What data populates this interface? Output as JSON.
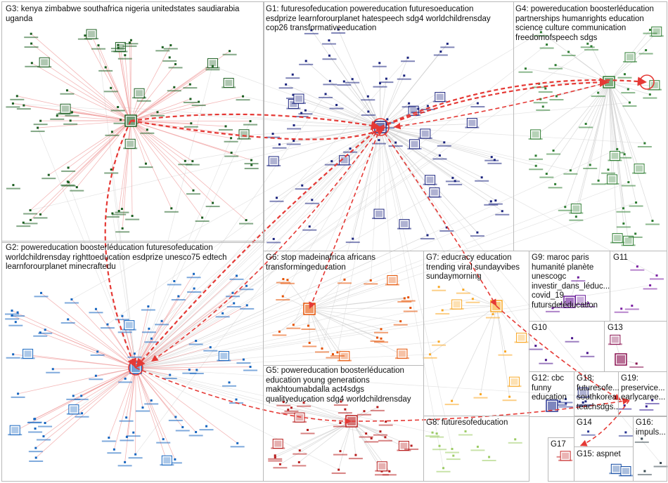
{
  "title": "",
  "groups": [
    {
      "id": "G1",
      "label": "G1: futuresofeducation powereducation futuresoeducation\nesdprize learnforourplanet hatespeech sdg4 worldchildrensday\ncop26 transformativeeducation",
      "color": "#1a237e"
    },
    {
      "id": "G2",
      "label": "G2: powereducation boosterléducation futuresofeducation\nworldchildrensday righttoeducation esdprize unesco75 edtech\nlearnforourplanet minecraftedu",
      "color": "#1565c0"
    },
    {
      "id": "G3",
      "label": "G3: kenya zimbabwe southafrica nigeria unitedstates saudiarabia\nuganda",
      "color": "#1b5e20"
    },
    {
      "id": "G4",
      "label": "G4: powereducation boosterléducation\npartnerships humanrights education\nscience culture communication\nfreedomofspeech sdgs",
      "color": "#2e7d32"
    },
    {
      "id": "G5",
      "label": "G5: powereducation boosterléducation\neducation young generations\nmakhtoumabdalla act4sdgs\nqualityeducation sdg4 worldchildrensday",
      "color": "#b71c1c"
    },
    {
      "id": "G6",
      "label": "G6: stop madeinafrica africans\ntransformingeducation",
      "color": "#e65100"
    },
    {
      "id": "G7",
      "label": "G7: educracy education\ntrending viral sundayvibes\nsundaymorning",
      "color": "#f9a825"
    },
    {
      "id": "G8",
      "label": "G8: futuresofeducation",
      "color": "#9ccc65"
    },
    {
      "id": "G9",
      "label": "G9: maroc paris\nhumanité planète\nunescogc\ninvestir_dans_léduc...\ncovid_19\nfutursdeléducation",
      "color": "#6a1b9a"
    },
    {
      "id": "G10",
      "label": "G10",
      "color": "#4a148c"
    },
    {
      "id": "G11",
      "label": "G11",
      "color": "#7b1fa2"
    },
    {
      "id": "G12",
      "label": "G12: cbc\nfunny\neducation",
      "color": "#283593"
    },
    {
      "id": "G13",
      "label": "G13",
      "color": "#880e4f"
    },
    {
      "id": "G14",
      "label": "G14",
      "color": "#283593"
    },
    {
      "id": "G15",
      "label": "G15: aspnet",
      "color": "#0d47a1"
    },
    {
      "id": "G16",
      "label": "G16:\nimpuls...",
      "color": "#37474f"
    },
    {
      "id": "G17",
      "label": "G17",
      "color": "#c62828"
    },
    {
      "id": "G18",
      "label": "G18:\nfuturesofe...\nsouthkorea\nteachsdgs...",
      "color": "#1a237e"
    },
    {
      "id": "G19",
      "label": "G19:\npreservice...\nearlycaree...",
      "color": "#311b92"
    }
  ],
  "colors": {
    "edge_strong": "#e53935",
    "edge_light": "#ef9a9a",
    "edge_gray": "#cfcfcf",
    "box_border": "#b9b9b9"
  }
}
